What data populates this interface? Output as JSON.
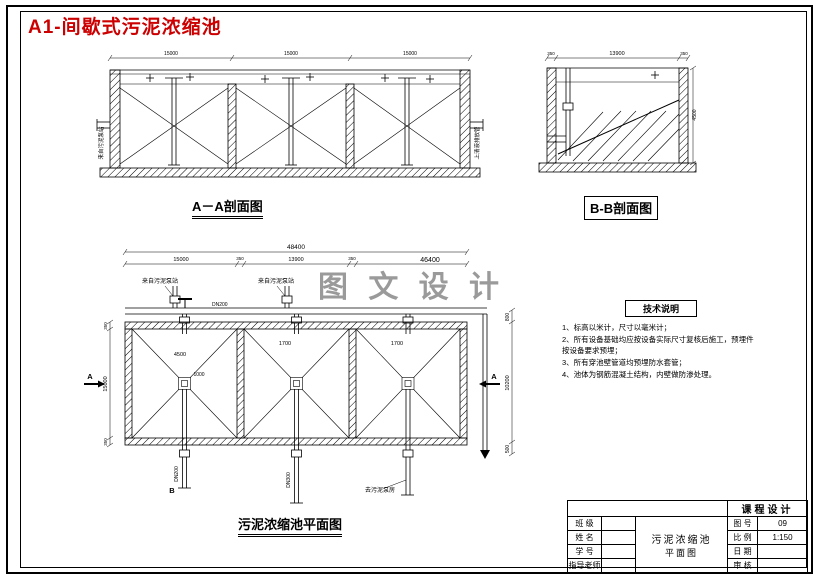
{
  "sheet": {
    "title": "A1-间歇式污泥浓缩池"
  },
  "watermark": "图 文 设 计",
  "section_aa": {
    "label": "A－A剖面图",
    "left_pipe_label": "来自污泥泵站",
    "right_pipe_label": "上清液排放管",
    "dims": {
      "chamber": "15000"
    }
  },
  "section_bb": {
    "label": "B-B剖面图",
    "dims": {
      "width": "13900",
      "wall": "350",
      "depth": "4500"
    }
  },
  "plan": {
    "label": "污泥浓缩池平面图",
    "inlet_label_1": "来自污泥泵站",
    "inlet_label_2": "来自污泥泵站",
    "outlet_label": "去污泥泵房",
    "pipe_dn200": "DN200",
    "pipe_dn300": "DN300",
    "dims": {
      "overall": "48400",
      "seg": [
        "15000",
        "350",
        "13900",
        "350",
        "46400"
      ],
      "left": [
        "350",
        "15000",
        "350"
      ],
      "right_top": "800",
      "right_height": "10200",
      "right_bottom": "500",
      "chamber1_width": "4500",
      "hopper": "1700",
      "hopper2": "1700",
      "center_square": "1000"
    },
    "marks": {
      "a": "A",
      "b": "B"
    }
  },
  "tech_notes": {
    "title": "技术说明",
    "items": [
      "1、标高以米计，尺寸以毫米计；",
      "2、所有设备基础均应按设备实际尺寸复核后施工，预埋件按设备要求预埋；",
      "3、所有穿池壁管道均预埋防水套管；",
      "4、池体为钢筋混凝土结构，内壁做防渗处理。"
    ]
  },
  "title_block": {
    "course": "课程设计",
    "rows_left": [
      "班 级",
      "姓 名",
      "学 号",
      "指导老师"
    ],
    "drawing_name_1": "污泥浓缩池",
    "drawing_name_2": "平面图",
    "rows_right": [
      "图 号",
      "比 例",
      "日 期",
      "审 核"
    ],
    "values_right": [
      "09",
      "1:150",
      "",
      ""
    ]
  }
}
